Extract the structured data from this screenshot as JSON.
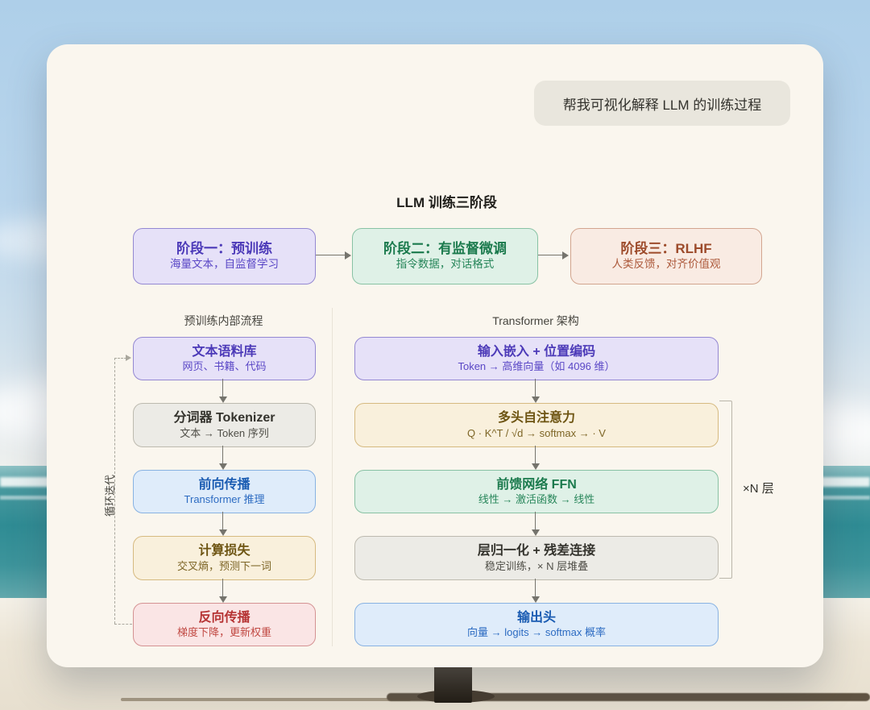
{
  "chat": {
    "user_message": "帮我可视化解释 LLM 的训练过程"
  },
  "diagram": {
    "title": "LLM 训练三阶段",
    "stages": [
      {
        "title": "阶段一：预训练",
        "subtitle": "海量文本，自监督学习",
        "theme": "purple"
      },
      {
        "title": "阶段二：有监督微调",
        "subtitle": "指令数据，对话格式",
        "theme": "green"
      },
      {
        "title": "阶段三：RLHF",
        "subtitle": "人类反馈，对齐价值观",
        "theme": "peach"
      }
    ],
    "left_section": {
      "header": "预训练内部流程",
      "loop_label": "循环迭代",
      "steps": [
        {
          "title": "文本语料库",
          "subtitle": "网页、书籍、代码",
          "theme": "purple"
        },
        {
          "title": "分词器 Tokenizer",
          "subtitle": "文本 → Token 序列",
          "theme": "gray"
        },
        {
          "title": "前向传播",
          "subtitle": "Transformer 推理",
          "theme": "blue"
        },
        {
          "title": "计算损失",
          "subtitle": "交叉熵，预测下一词",
          "theme": "amber"
        },
        {
          "title": "反向传播",
          "subtitle": "梯度下降，更新权重",
          "theme": "red"
        }
      ]
    },
    "right_section": {
      "header": "Transformer 架构",
      "layers_label": "×N 层",
      "steps": [
        {
          "title": "输入嵌入 + 位置编码",
          "subtitle": "Token → 高维向量（如 4096 维）",
          "theme": "purple"
        },
        {
          "title": "多头自注意力",
          "subtitle": "Q · K^T / √d → softmax → · V",
          "theme": "amber"
        },
        {
          "title": "前馈网络 FFN",
          "subtitle": "线性 → 激活函数 → 线性",
          "theme": "green"
        },
        {
          "title": "层归一化 + 残差连接",
          "subtitle": "稳定训练，× N 层堆叠",
          "theme": "gray"
        },
        {
          "title": "输出头",
          "subtitle": "向量 → logits → softmax 概率",
          "theme": "blue"
        }
      ]
    }
  },
  "themes": {
    "purple": {
      "fill": "#e6e1f8",
      "border": "#9488d2",
      "title": "#4c3ab8",
      "subtitle": "#5a47c6"
    },
    "green": {
      "fill": "#dff1e7",
      "border": "#88c2a4",
      "title": "#1b7a4d",
      "subtitle": "#27865a"
    },
    "peach": {
      "fill": "#f9ebe3",
      "border": "#d2a58f",
      "title": "#9d4b2b",
      "subtitle": "#ad5a3c"
    },
    "gray": {
      "fill": "#ecebe6",
      "border": "#bdbaaf",
      "title": "#33322c",
      "subtitle": "#504f48"
    },
    "blue": {
      "fill": "#dfecfa",
      "border": "#88b2e2",
      "title": "#1b5cb2",
      "subtitle": "#2c6bc2"
    },
    "amber": {
      "fill": "#f9f0dc",
      "border": "#d6ba80",
      "title": "#6e5513",
      "subtitle": "#7d6526"
    },
    "red": {
      "fill": "#fae5e5",
      "border": "#d49292",
      "title": "#b63434",
      "subtitle": "#c14a44"
    }
  }
}
